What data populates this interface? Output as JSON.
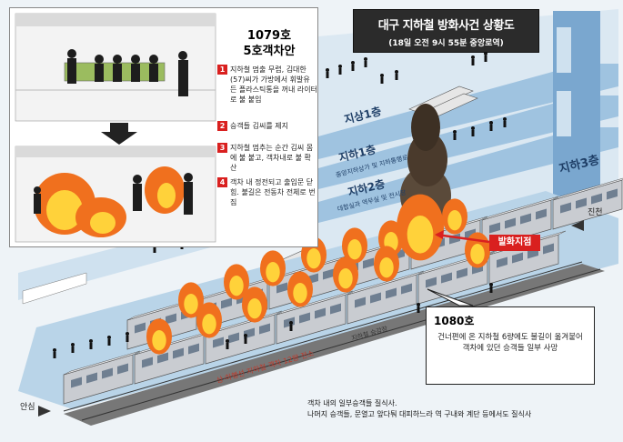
{
  "title": {
    "main": "대구 지하철 방화사건 상황도",
    "sub": "(18일 오전 9시 55분 중앙로역)"
  },
  "inset": {
    "title_line1": "1079호",
    "title_line2": "5호객차안",
    "steps": [
      {
        "num": "1",
        "text": "지하철 멈출 무렵, 김대한(57)씨가 가방에서 휘발유 든 플라스틱통을 꺼내 라이터로 불 붙임"
      },
      {
        "num": "2",
        "text": "승객들 김씨를 제지"
      },
      {
        "num": "3",
        "text": "지하철 멈추는 순간 김씨 몸에 불 붙고, 객차내로 불 확산"
      },
      {
        "num": "4",
        "text": "객차 내 정전되고 출입문 닫힘. 불길은 전동차 전체로 번짐"
      }
    ]
  },
  "floors": {
    "ground": "지상1층",
    "b1": "지하1층",
    "b1_sub": "중앙지하상가 및 지하통행로",
    "b2": "지하2층",
    "b2_sub": "대합실과 역무실 및 전시장",
    "b3": "지하3층"
  },
  "origin_label": "발화지점",
  "direction_forward": "진천",
  "direction_back": "안심",
  "track_note": "상·하행선 지하철 객차 12량 전소",
  "platform_note": "지하철 승강장",
  "callout": {
    "title": "1080호",
    "body": "건너편에 온 지하철 6량에도 불길이 옮겨붙어 객차에 있던 승객들 일부 사망"
  },
  "footer": {
    "line1": "객차 내의 일부승객들 질식사.",
    "line2": "나머지 승객들, 문열고 앞다퉈 대피하느라 역 구내와 계단 등에서도 질식사"
  },
  "colors": {
    "fire": "#f0701e",
    "fire_core": "#ffd23a",
    "train": "#c9ccd1",
    "accent_red": "#d9201f",
    "floor_blue": "#9fc3e0",
    "label_navy": "#1f3f67"
  }
}
